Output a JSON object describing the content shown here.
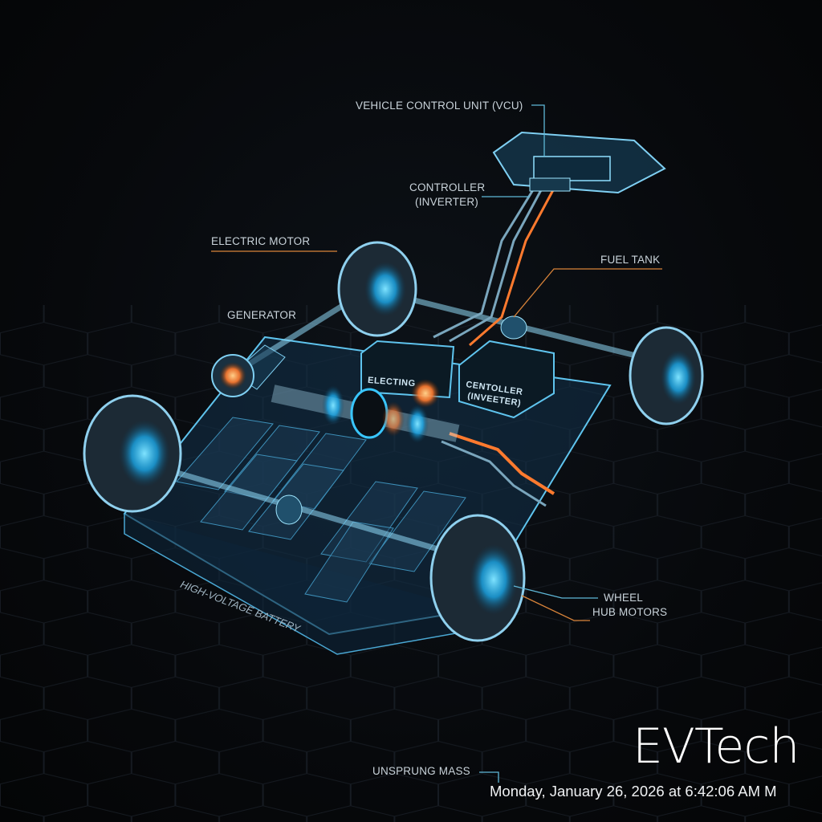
{
  "labels": {
    "vcu": "VEHICLE CONTROL UNIT (VCU)",
    "controller_line1": "CONTROLLER",
    "controller_line2": "(INVERTER)",
    "electric_motor": "ELECTRIC MOTOR",
    "fuel_tank": "FUEL TANK",
    "generator": "GENERATOR",
    "wheel_line1": "WHEEL",
    "wheel_line2": "HUB MOTORS",
    "battery": "HIGH-VOLTAGE BATTERY",
    "unsprung_mass": "UNSPRUNG MASS"
  },
  "component_text": {
    "electric_box": "ELECTING",
    "controller_box_line1": "CENTOLLER",
    "controller_box_line2": "(INVEETER)"
  },
  "brand": "EVTech",
  "timestamp": "Monday, January 26, 2026 at 6:42:06 AM",
  "timestamp_suffix": "M",
  "colors": {
    "background": "#07090c",
    "glow_blue": "#39c6ff",
    "wire_orange": "#ff7a2e",
    "leader_blue": "#5fb8d8",
    "leader_orange": "#d9843a"
  }
}
